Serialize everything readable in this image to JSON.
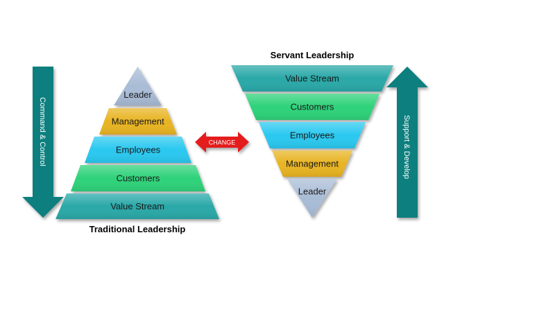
{
  "traditional": {
    "caption": "Traditional Leadership",
    "arrow_label": "Command & Control",
    "tiers": [
      {
        "label": "Leader",
        "color": "#a9bcd6"
      },
      {
        "label": "Management",
        "color": "#e8b420"
      },
      {
        "label": "Employees",
        "color": "#2bc8f0"
      },
      {
        "label": "Customers",
        "color": "#2fd27a"
      },
      {
        "label": "Value Stream",
        "color": "#2ba8a8"
      }
    ]
  },
  "servant": {
    "caption": "Servant Leadership",
    "arrow_label": "Support & Develop",
    "tiers": [
      {
        "label": "Value Stream",
        "color": "#2ba8a8"
      },
      {
        "label": "Customers",
        "color": "#2fd27a"
      },
      {
        "label": "Employees",
        "color": "#2bc8f0"
      },
      {
        "label": "Management",
        "color": "#e8b420"
      },
      {
        "label": "Leader",
        "color": "#a9bcd6"
      }
    ]
  },
  "change": {
    "label": "CHANGE",
    "color": "#e41b1b"
  },
  "arrow_color": "#0e7f7f"
}
